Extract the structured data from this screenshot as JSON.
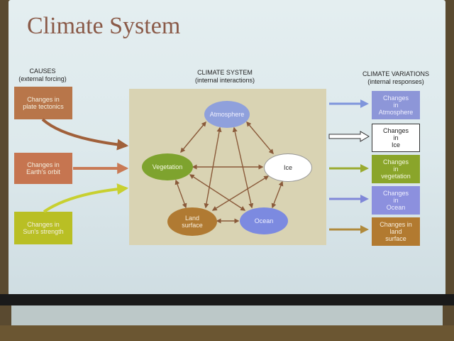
{
  "title": "Climate System",
  "causes": {
    "header": "CAUSES",
    "subheader": "(external forcing)",
    "items": [
      {
        "label": "Changes in\nplate tectonics",
        "color": "#b8764a"
      },
      {
        "label": "Changes in\nEarth's orbit",
        "color": "#c67550"
      },
      {
        "label": "Changes in\nSun's strength",
        "color": "#b9bf24"
      }
    ]
  },
  "system": {
    "header": "CLIMATE SYSTEM",
    "subheader": "(internal interactions)",
    "panel_color": "#d9d3b3",
    "arrow_color": "#8a5a3a",
    "nodes": [
      {
        "id": "atmosphere",
        "label": "Atmosphere",
        "color": "#8fa0dc",
        "text_color": "#f0f0ff"
      },
      {
        "id": "vegetation",
        "label": "Vegetation",
        "color": "#7ea32e",
        "text_color": "#f4f8e0"
      },
      {
        "id": "ice",
        "label": "Ice",
        "color": "#ffffff",
        "text_color": "#333333"
      },
      {
        "id": "land",
        "label": "Land\nsurface",
        "color": "#b07a32",
        "text_color": "#f8eedc"
      },
      {
        "id": "ocean",
        "label": "Ocean",
        "color": "#7c8ae0",
        "text_color": "#eef0ff"
      }
    ]
  },
  "variations": {
    "header": "CLIMATE VARIATIONS",
    "subheader": "(internal responses)",
    "items": [
      {
        "label": "Changes\nin\nAtmosphere",
        "color": "#8d96d8",
        "text_color": "#f0f0ff",
        "arrow": "#7f95dc",
        "hollow": false
      },
      {
        "label": "Changes\nin\nIce",
        "color": "#ffffff",
        "text_color": "#222222",
        "arrow": "#ffffff",
        "hollow": true
      },
      {
        "label": "Changes\nin\nvegetation",
        "color": "#8aa52a",
        "text_color": "#f4f8e0",
        "arrow": "#9aab30",
        "hollow": false
      },
      {
        "label": "Changes\nin\nOcean",
        "color": "#8c90de",
        "text_color": "#f0f0ff",
        "arrow": "#8088d8",
        "hollow": false
      },
      {
        "label": "Changes in\nland\nsurface",
        "color": "#b27a30",
        "text_color": "#f8eedc",
        "arrow": "#b08a3c",
        "hollow": false
      }
    ]
  }
}
